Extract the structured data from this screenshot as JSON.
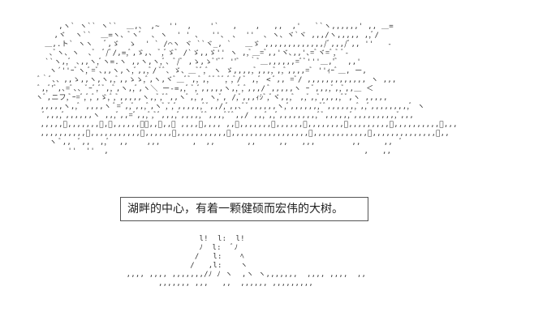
{
  "caption": {
    "text": "湖畔的中心，有着一颗健硕而宏伟的大树。"
  },
  "art": {
    "crown_lines": [
      "     ,ヽ` ヽ`` ヽ``  ＿,、 ,~  ''  ,    '`   ,    ,   ,,  ,'   ``ヽ,,,,,,' ,, ＿=",
      "    ,ヾ  ヽ``  ＿=ヽ、ﾞヽﾞ  ､ ヽ  ' ' 、  ''、 ､  ''  ､ ヽ、ヾ`ヾ ,,,/ヽ,,,,, ,,ﾞ/",
      "  ＿,.ト` ヽヽ   ﾞ,ゞ  ゝ  ' ` /⌒ヽ ヾ ``ヾ_, `   ＿ゞ ,,,,,,,,,,,,,/ﾞ,,,/ﾞ,, ''   -",
      "   ､ﾞヽ、ヽ  ､ﾞ  ﾞ/ﾞ/,=,ﾞ,ゞ,、 ﾞ,ﾞゞﾞ /`ゞ,,ゞ'' ヽ ,,ﾞ＿=ﾞ,,'ヾ､,,'､=ﾞヾ=ﾞ,ﾞ ﾞ-",
      "  ``ヽ,,ﾞ ､,,ヽ,ﾞヽ=.ヽ ,,ヽ,ヽ,ﾞ、ﾞ/ﾞ ,ゝ,ゝﾞ'ﾞﾞ ''ﾞ  ｀ﾞ＿,,,,,,=ﾞﾞ'''＿,'ﾞ  ,,'",
      "   ヽ´''ｰﾞヽ,ﾞ=ﾞ､,,ヽ,ヽ,ﾞ,,,ﾞ/ ﾞﾞ、ゞ、＿ﾞﾞ,ﾞ ヽ ゞ,,,,,ﾞ,,,,ﾞ,,ﾞ,,,,=ﾞ ''ｨｰﾞ＿, ー,",
      " ﾞ｀ﾞ､、,,ゝ,,ヽ,ヽ,,ﾞ,,ゝゝ,ﾞ,ヽ,ヾﾞ＿ﾞﾞ,,ﾞ,,ﾞﾞ ﾞﾞ,ﾞ,ﾞ/ ﾞ ,,ﾞ < ﾞ,, =ﾞ/ ,,,,,,,,,,,,, ヽ ,,,",
      " ﾞ,,ﾞ'ﾞ,､=ﾞ､、ﾞｰﾞ,ﾞﾞ,,ﾞ,ヽ,,ﾞ,ヽ＼ ー-=,,ﾞ ﾞ,ﾞ,,,,,ヽ,,ﾞ,ﾞ,,,/ ﾞ,,,,,ヽ ｰ ﾞ,,,,ﾞ,,ﾞ,,＿ ＜",
      "ヽﾞ,ニフ,ﾞｰ=ﾞ,ﾞ,ﾞ,ゞ,ﾞ,ﾞ,,,,,ヽ,,ﾞ,ﾞﾞ,,ヽﾞ,,ﾞ, ヽ,ﾞ, /,ﾞ,,,ｨｼﾞ,ﾞヾ,,,ﾞ ,,ﾞ,,ﾞ,,,,,ﾞﾞ,ヽ ,,,,,",
      " ,,,,,ヽ,,ﾞ ,,,,ヽ ﾞ=ﾞ,,ﾞ,,,ﾞ,ヽﾞ,ﾞ,ﾞ,,,,,,ﾞﾞ,,/,ﾞ,,､ﾞﾞ,,,,,,ヽ,ﾞ,,,,,,,ﾞﾞ,,,,,,,ﾞ,,ﾞ,,,,,,,,,ﾞ ヽ",
      "  ﾞ,,,,ﾞ,,,,,,ヽ ,,,ﾞ,,=ﾞ,,,ﾞ,ﾞﾞ,,,,ﾞ,,,,,ﾞﾞ,,,,ﾞﾞﾞ,,/ ,,,ﾞ,,ﾞ,,,,,,,,,ﾞﾞ,,,,,,ﾞ,,,,,,,,,,ﾞ,,,",
      " ,,,,,ﾞ,,,,,,,ﾞ,ﾞ,,,,,,ﾞﾞ,,ﾞ,,ﾞ ,,,,ﾞ,,,, ,,ﾞ,,,,,,,ﾞ,,,,,,ﾞ,,,,,,,,ﾞ,,,,,,,,,ﾞ,,,,,,,,,,ﾞ,,,",
      " ,,,,,,,,,,ﾞ,,,,,,,,,,,ﾞ,,,,,,ﾞ,,,,,,,,,,,ﾞ,,,,,,,,,,,,,,,,,ﾞ,,,,,,,,,,,,ﾞ,,,,,,,,,,,,,,ﾞ,,",
      "   ヽ ﾞ,,  ﾞ,,  ,,ﾞ  ,,    ,,,       ,  ,,       ,,     ,,   ,,,        ,,     ,,  ﾞ",
      "       ''  ''  ,                                                        ,   ,,"
    ],
    "trunk_lines": [
      "                 l!  l:  l!",
      "                 ﾉ  l:  ﾞﾉ",
      "                /   l:    ﾍ",
      "               /   ,l:    ヽ",
      " ,,,, ,,,, ,,,,,,,/ﾉ ﾉ ヽ  ,ヽ ヽ,,,,,,,  ,,,, ,,,,  ,,",
      "        ,,,,,,, ,,,   ,,  ,,,,,, ,,,,,,,,,"
    ]
  }
}
